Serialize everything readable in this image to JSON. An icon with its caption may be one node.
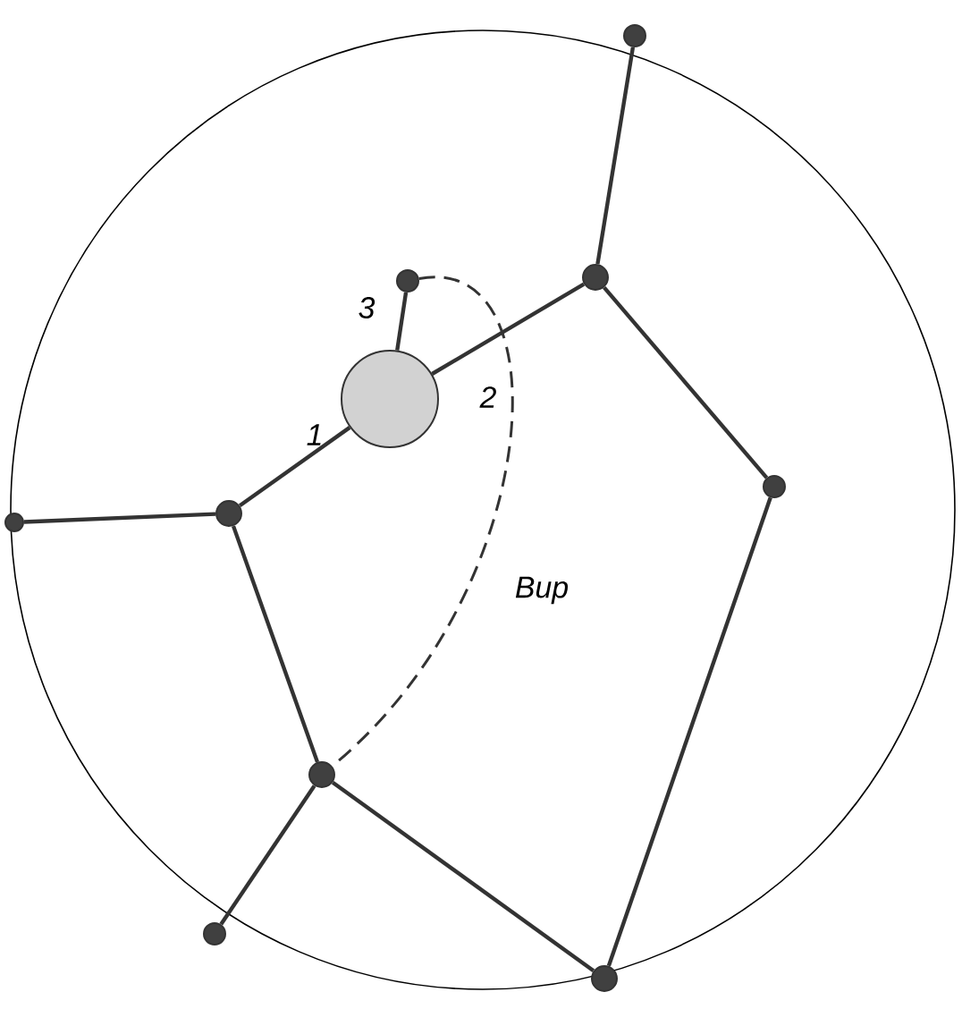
{
  "diagram": {
    "nodes": [
      {
        "text": [],
        "shape": "circle"
      },
      {
        "text": [],
        "shape": "circle"
      },
      {
        "text": [],
        "shape": "circle"
      },
      {
        "text": [],
        "shape": "circle"
      },
      {
        "text": [],
        "shape": "circle"
      },
      {
        "text": [],
        "shape": "circle"
      },
      {
        "text": [],
        "shape": "circle"
      },
      {
        "text": [],
        "shape": "circle"
      },
      {
        "text": [],
        "shape": "circle"
      },
      {
        "text": [],
        "shape": "circle"
      }
    ],
    "edges": [
      {
        "from": 0,
        "to": 2,
        "arrow": "none"
      },
      {
        "from": 2,
        "to": 4,
        "arrow": "none"
      },
      {
        "from": 4,
        "to": 9,
        "arrow": "none"
      },
      {
        "from": 3,
        "to": 2,
        "arrow": "none",
        "label": "2"
      },
      {
        "from": 3,
        "to": 5,
        "arrow": "none",
        "label": "1"
      },
      {
        "from": 3,
        "to": 1,
        "arrow": "none",
        "label": "3"
      },
      {
        "from": 5,
        "to": 6,
        "arrow": "none"
      },
      {
        "from": 5,
        "to": 7,
        "arrow": "none"
      },
      {
        "from": 7,
        "to": 8,
        "arrow": "none"
      },
      {
        "from": 7,
        "to": 9,
        "arrow": "none"
      },
      {
        "from": 1,
        "to": 7,
        "arrow": "none",
        "label": "Bup",
        "style": "dashed"
      }
    ]
  }
}
